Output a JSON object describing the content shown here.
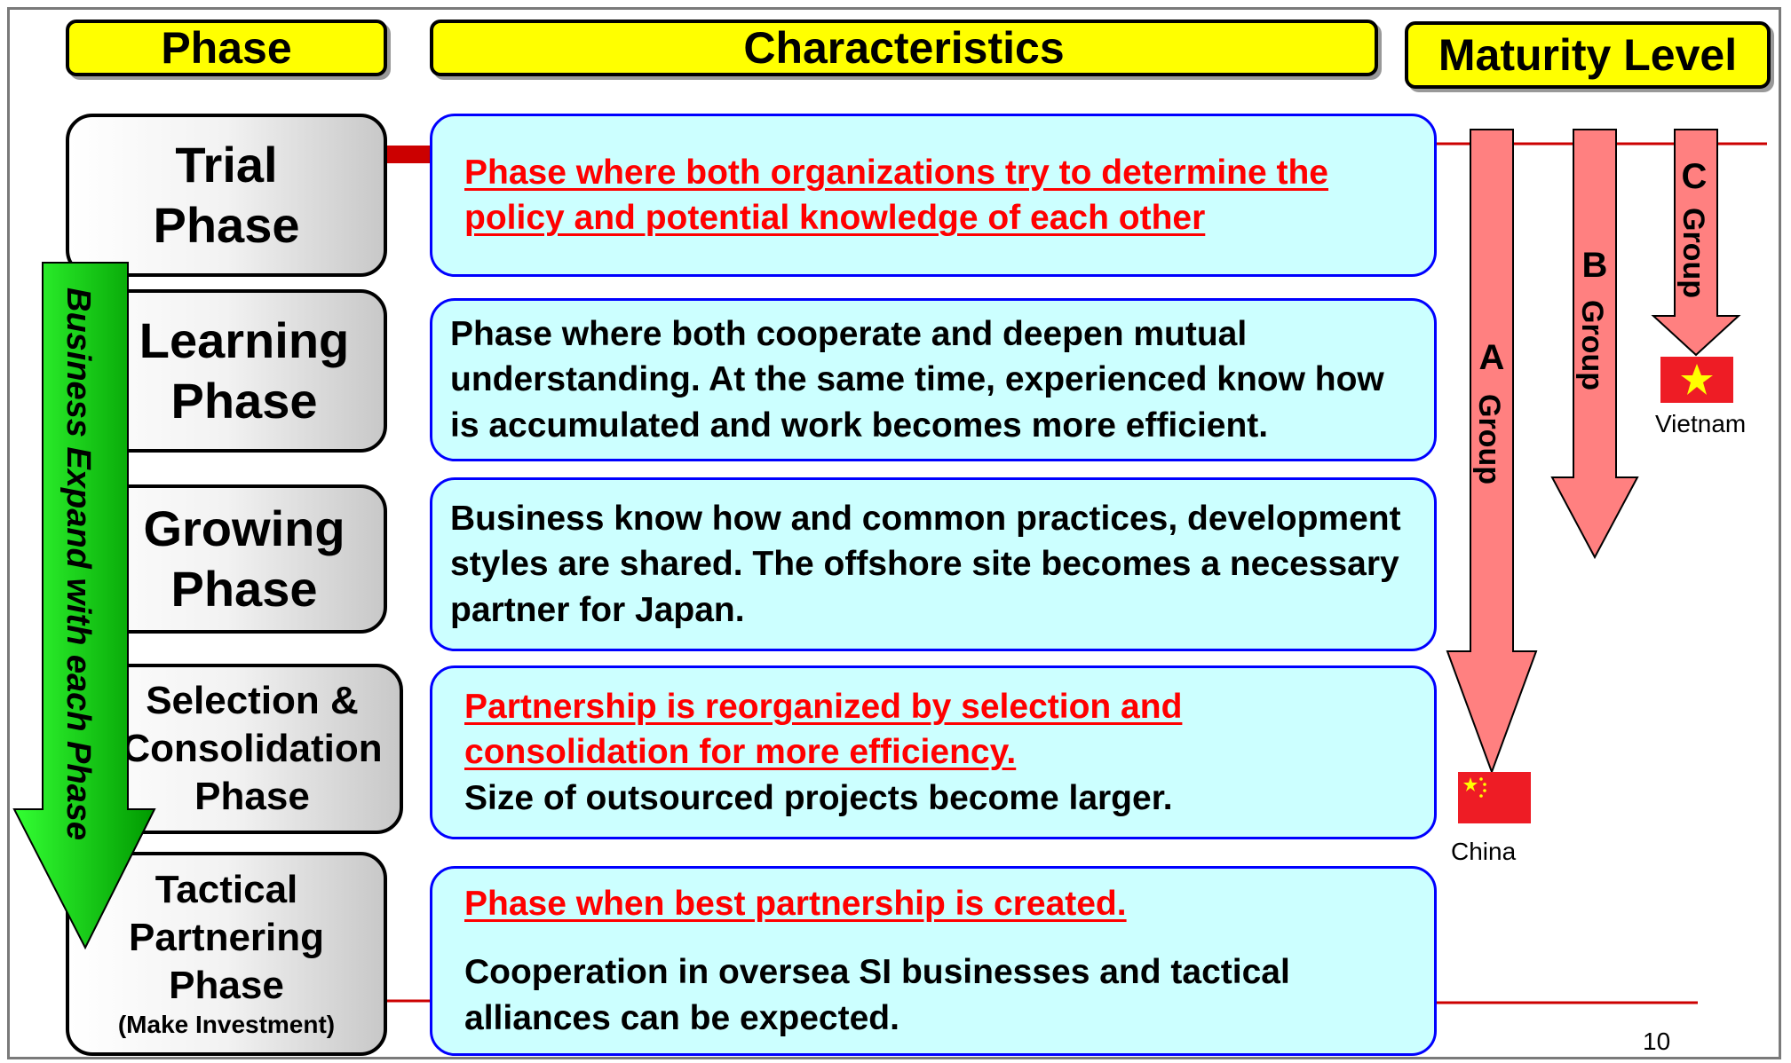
{
  "headers": {
    "phase": "Phase",
    "characteristics": "Characteristics",
    "maturity": "Maturity Level"
  },
  "phases": [
    {
      "lines": [
        "Trial",
        "Phase"
      ]
    },
    {
      "lines": [
        "Learning",
        "Phase"
      ]
    },
    {
      "lines": [
        "Growing",
        "Phase"
      ]
    },
    {
      "lines": [
        "Selection &",
        "Consolidation",
        "Phase"
      ]
    },
    {
      "lines": [
        "Tactical",
        "Partnering",
        "Phase"
      ],
      "note": "(Make Investment)"
    }
  ],
  "characteristics": [
    {
      "red": [
        "Phase where both organizations try to determine the",
        "policy and potential knowledge of each other"
      ]
    },
    {
      "black": [
        "Phase where both cooperate and deepen mutual",
        "understanding. At the same time, experienced know how",
        "is accumulated and work becomes more efficient."
      ]
    },
    {
      "black": [
        "Business know how and common practices, development",
        "styles are shared. The offshore site becomes a necessary",
        "partner for Japan."
      ]
    },
    {
      "red": [
        "Partnership is reorganized by selection and",
        "consolidation for more efficiency."
      ],
      "black": [
        "Size of outsourced projects become larger."
      ]
    },
    {
      "red": [
        "Phase when best partnership is created."
      ],
      "black": [
        "Cooperation in oversea SI businesses and tactical",
        "alliances can be expected."
      ]
    }
  ],
  "business_arrow": {
    "label": "Business Expand with each Phase"
  },
  "groups": {
    "a": {
      "letter": "A",
      "word": "Group"
    },
    "b": {
      "letter": "B",
      "word": "Group"
    },
    "c": {
      "letter": "C",
      "word": "Group"
    }
  },
  "countries": {
    "china": "China",
    "vietnam": "Vietnam"
  },
  "page_number": "10",
  "colors": {
    "header_fill": "#ffff00",
    "box_fill": "#ccffff",
    "box_border": "#0000ff",
    "highlight_text": "#ff0000",
    "group_arrow": "#ff8080",
    "business_arrow": "#00cc00",
    "flag_red": "#ee1c25",
    "flag_star": "#ffff00"
  }
}
